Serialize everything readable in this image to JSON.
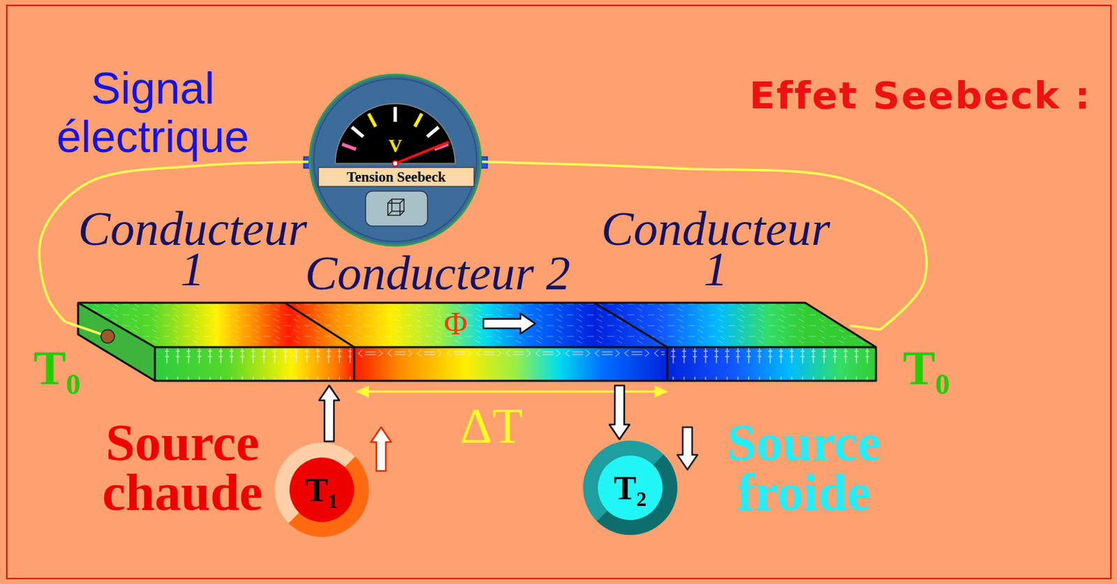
{
  "diagram": {
    "title": "Effet Seebeck :",
    "nodes": [
      {
        "text": [
          "V",
          "Tension Seebeck"
        ]
      },
      {
        "text": [
          "Conducteur 1"
        ]
      },
      {
        "text": [
          "Conducteur 2",
          "Φ"
        ]
      },
      {
        "text": [
          "Conducteur 1"
        ]
      },
      {
        "text": [
          "Source chaude",
          "T₁"
        ]
      },
      {
        "text": [
          "T₂",
          "Source froide"
        ]
      }
    ],
    "edges": [
      {
        "from": 0,
        "to": 1,
        "arrow": "none"
      },
      {
        "from": 0,
        "to": 3,
        "arrow": "none"
      },
      {
        "from": 4,
        "to": 2,
        "arrow": "to"
      },
      {
        "from": 2,
        "to": 5,
        "arrow": "to"
      }
    ],
    "labels": [
      "Signal électrique",
      "T₀",
      "T₀",
      "ΔT"
    ]
  }
}
